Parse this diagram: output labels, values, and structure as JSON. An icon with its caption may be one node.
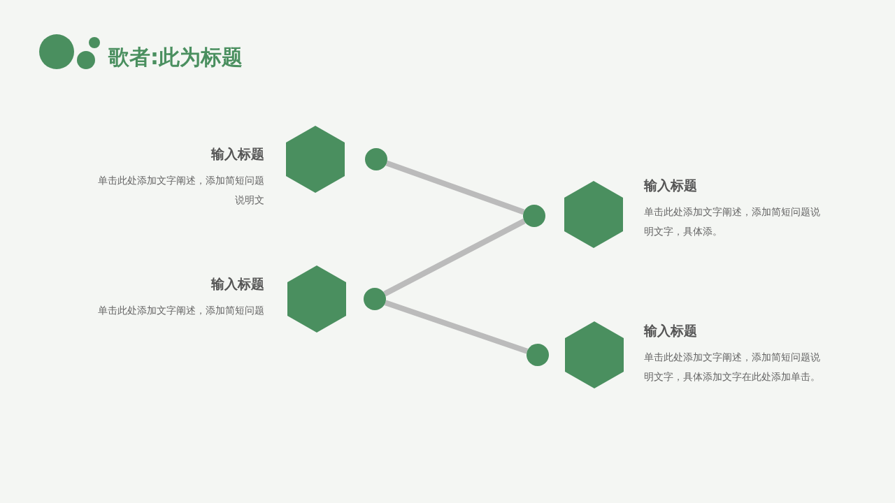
{
  "diagram": {
    "title": "歌者:此为标题",
    "nodes": [
      {
        "text": [],
        "shape": "hexagon",
        "beside": [
          "输入标题",
          "单击此处添加文字阐述，添加简短问题说明文"
        ]
      },
      {
        "text": [],
        "shape": "circle"
      },
      {
        "text": [],
        "shape": "hexagon",
        "beside": [
          "输入标题",
          "单击此处添加文字阐述，添加简短问题说明文字，具体添。"
        ]
      },
      {
        "text": [],
        "shape": "circle"
      },
      {
        "text": [],
        "shape": "hexagon",
        "beside": [
          "输入标题",
          "单击此处添加文字阐述，添加简短问题"
        ]
      },
      {
        "text": [],
        "shape": "circle"
      },
      {
        "text": [],
        "shape": "hexagon",
        "beside": [
          "输入标题",
          "单击此处添加文字阐述，添加简短问题说明文字，具体添加文字在此处添加单击。"
        ]
      },
      {
        "text": [],
        "shape": "circle"
      }
    ],
    "edges": [
      {
        "from": 1,
        "to": 3,
        "arrow": "none"
      },
      {
        "from": 3,
        "to": 5,
        "arrow": "none"
      },
      {
        "from": 5,
        "to": 7,
        "arrow": "none"
      }
    ]
  }
}
